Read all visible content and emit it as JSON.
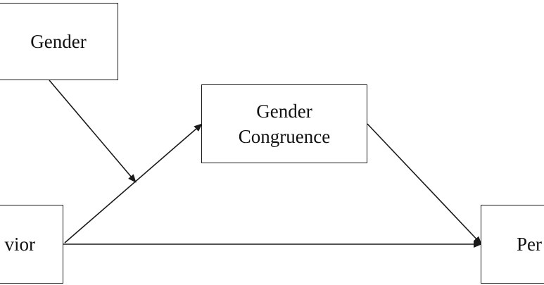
{
  "nodes": {
    "gender": {
      "label": "Gender"
    },
    "gender_congruence": {
      "line1": "Gender",
      "line2": "Congruence"
    },
    "behavior": {
      "label": "vior"
    },
    "outcome": {
      "label": "Per"
    }
  },
  "edges": [
    {
      "from": "behavior",
      "to": "gender_congruence"
    },
    {
      "from": "gender",
      "to": "behavior_to_congruence_path"
    },
    {
      "from": "gender_congruence",
      "to": "outcome"
    },
    {
      "from": "behavior",
      "to": "outcome"
    }
  ],
  "colors": {
    "line": "#1a1a1a",
    "text": "#111111",
    "background": "#ffffff"
  }
}
